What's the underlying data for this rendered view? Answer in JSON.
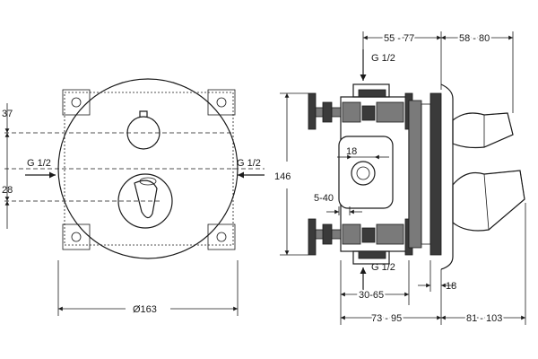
{
  "front_view": {
    "dim_top": "37",
    "dim_bottom": "28",
    "port_left": "G 1/2",
    "port_right": "G 1/2",
    "diameter": "Ø163"
  },
  "side_view": {
    "port_top": "G 1/2",
    "port_bottom": "G 1/2",
    "dim_55_77": "55 - 77",
    "dim_58_80": "58 - 80",
    "dim_18_inner": "18",
    "dim_146": "146",
    "dim_5_40": "5-40",
    "dim_30_65": "30-65",
    "dim_18_right": "18",
    "dim_73_95": "73 - 95",
    "dim_81_103": "81 - 103"
  }
}
